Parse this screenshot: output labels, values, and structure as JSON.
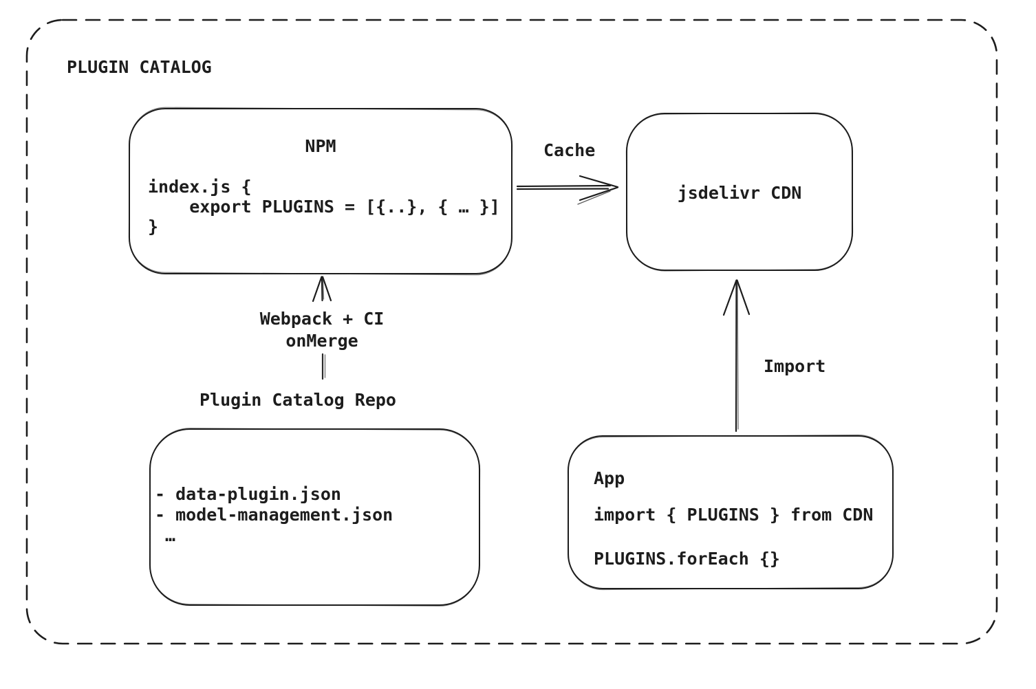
{
  "colors": {
    "ink": "#1d1d1d",
    "background": "#ffffff",
    "muted_stroke": "#8a8a8a"
  },
  "diagram": {
    "title": "PLUGIN CATALOG",
    "nodes": {
      "npm": {
        "title": "NPM",
        "code": "index.js {\n    export PLUGINS = [{..}, { … }]\n}"
      },
      "cdn": {
        "label": "jsdelivr CDN"
      },
      "repo": {
        "title": "Plugin Catalog Repo",
        "files": "- data-plugin.json\n- model-management.json\n …"
      },
      "app": {
        "title": "App",
        "import_line": "import { PLUGINS } from CDN",
        "foreach_line": "PLUGINS.forEach {}"
      }
    },
    "edges": {
      "cache": {
        "label": "Cache",
        "from": "npm",
        "to": "cdn"
      },
      "build": {
        "label": "Webpack + CI\nonMerge",
        "from": "repo",
        "to": "npm"
      },
      "import": {
        "label": "Import",
        "from": "app",
        "to": "cdn"
      }
    }
  }
}
